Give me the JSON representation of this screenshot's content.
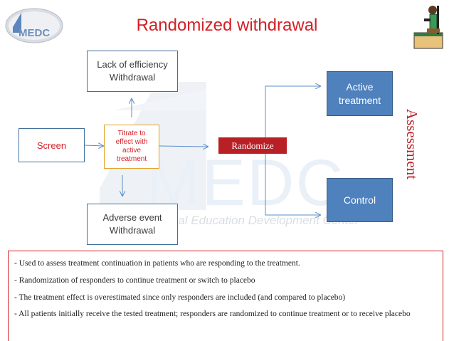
{
  "header": {
    "title": "Randomized withdrawal",
    "logo_text": "MEDC"
  },
  "watermark": {
    "text": "MEDC",
    "subtext": "Medical Education Development Center"
  },
  "diagram": {
    "screen": "Screen",
    "titrate": "Titrate to\neffect with\nactive\ntreatment",
    "lack_of_efficiency": "Lack of efficiency\nWithdrawal",
    "adverse_event": "Adverse event\nWithdrawal",
    "randomize": "Randomize",
    "active_treatment": "Active\ntreatment",
    "control": "Control",
    "assessment": "Assessment"
  },
  "notes": [
    "- Used to assess treatment continuation in patients who are responding to the treatment.",
    "- Randomization of responders to continue treatment or switch to placebo",
    "- The treatment effect is overestimated since only responders are included (and compared to placebo)",
    "- All patients initially receive the tested treatment; responders are randomized to continue treatment or to receive placebo"
  ],
  "colors": {
    "title_red": "#d31f26",
    "box_blue": "#4f81bd",
    "randomize_red": "#b82025",
    "arrow_blue": "#5b8cc7",
    "titrate_border": "#e3a021"
  }
}
